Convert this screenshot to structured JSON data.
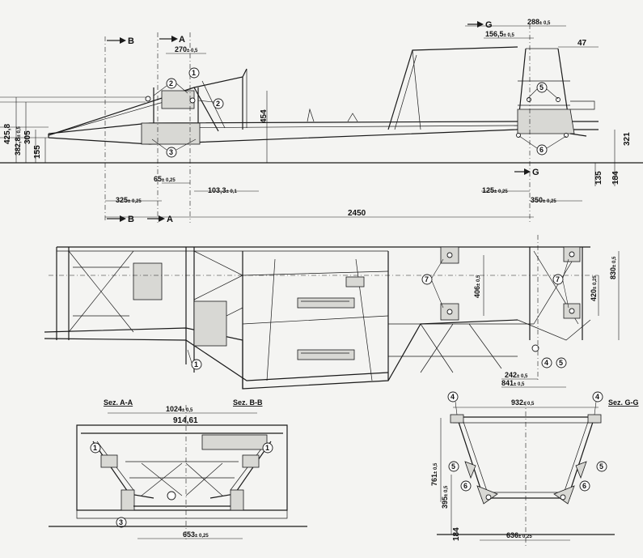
{
  "side_view": {
    "dims": {
      "d270": "270",
      "d270tol": "± 0,5",
      "d288": "288",
      "d288tol": "± 0,5",
      "d156": "156,5",
      "d156tol": "± 0,5",
      "d47": "47",
      "d454": "454",
      "d425": "425,8",
      "d382": "382,8",
      "d382tol": "± 0,5",
      "d305": "305",
      "d155": "155",
      "d65": "65",
      "d65tol": "± 0,25",
      "d103": "103,3",
      "d103tol": "± 0,1",
      "d325": "325",
      "d325tol": "± 0,25",
      "d125": "125",
      "d125tol": "± 0,25",
      "d350": "350",
      "d350tol": "± 0,25",
      "d2450": "2450",
      "d321": "321",
      "d135": "135",
      "d184": "184"
    },
    "sections": {
      "B": "B",
      "A": "A",
      "G": "G"
    },
    "callouts": {
      "c1": "1",
      "c2": "2",
      "c3": "3",
      "c5": "5",
      "c6": "6"
    }
  },
  "plan_view": {
    "dims": {
      "d406": "406",
      "d406tol": "± 0,5",
      "d420": "420",
      "d420tol": "± 0,25",
      "d830": "830",
      "d830tol": "± 0,5",
      "d242": "242",
      "d242tol": "± 0,5",
      "d841": "841",
      "d841tol": "± 0,5"
    },
    "callouts": {
      "c1": "1",
      "c4": "4",
      "c5": "5",
      "c7": "7"
    }
  },
  "section_ab": {
    "label_a": "Sez. A-A",
    "label_b": "Sez. B-B",
    "dims": {
      "d1024": "1024",
      "d1024tol": "± 0,5",
      "d914": "914,61",
      "d653": "653",
      "d653tol": "± 0,25"
    },
    "callouts": {
      "c1": "1",
      "c3": "3"
    }
  },
  "section_gg": {
    "label": "Sez. G-G",
    "dims": {
      "d932": "932",
      "d932tol": "± 0,5",
      "d761": "761",
      "d761tol": "± 0,5",
      "d395": "395",
      "d395tol": "± 0,5",
      "d184": "184",
      "d636": "636",
      "d636tol": "± 0,25"
    },
    "callouts": {
      "c4": "4",
      "c5": "5",
      "c6": "6"
    }
  }
}
